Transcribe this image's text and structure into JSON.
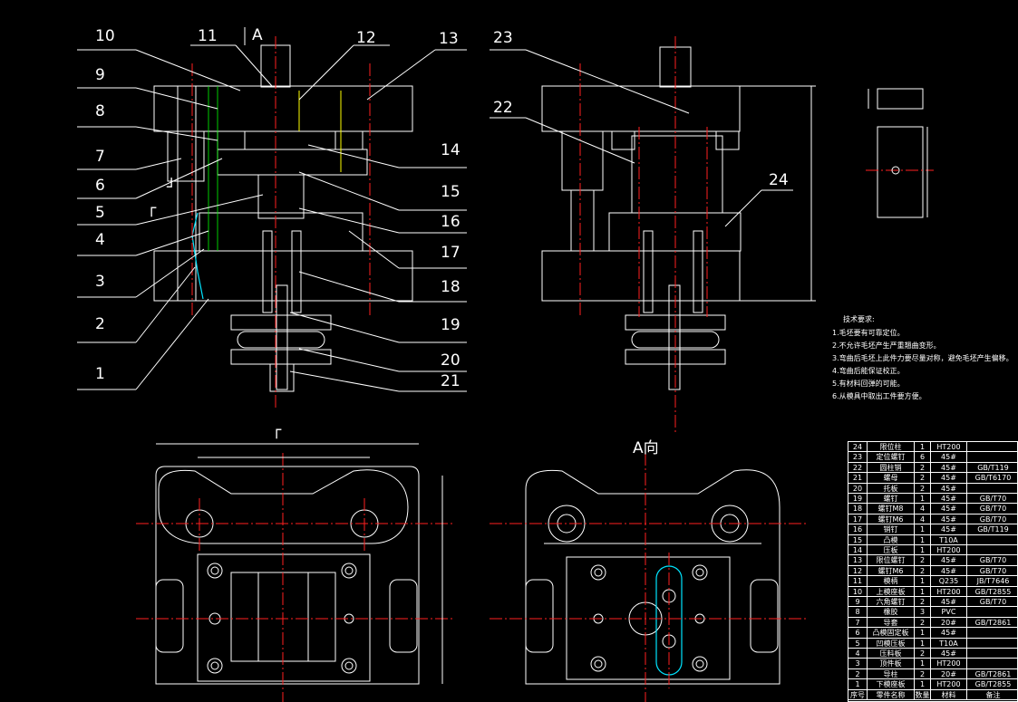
{
  "drawing": {
    "view_label_top": "A",
    "view_label_plan_left": "┌",
    "view_label_plan_right": "A向",
    "section_marker_left": "┌",
    "section_marker_right": "┘"
  },
  "callouts_left": [
    "1",
    "2",
    "3",
    "4",
    "5",
    "6",
    "7",
    "8",
    "9",
    "10",
    "11"
  ],
  "callouts_right": [
    "12",
    "13",
    "14",
    "15",
    "16",
    "17",
    "18",
    "19",
    "20",
    "21"
  ],
  "callouts_side": [
    "22",
    "23",
    "24"
  ],
  "notes": {
    "title": "技术要求:",
    "items": [
      "1.毛坯要有可靠定位。",
      "2.不允许毛坯产生严重翘曲变形。",
      "3.弯曲后毛坯上此件力要尽量对称，避免毛坯产生偏移。",
      "4.弯曲后能保证校正。",
      "5.有材料回弹的可能。",
      "6.从模具中取出工件要方便。"
    ]
  },
  "bom": {
    "rows": [
      {
        "no": "24",
        "name": "限位柱",
        "qty": "1",
        "mat": "HT200",
        "std": ""
      },
      {
        "no": "23",
        "name": "定位螺钉",
        "qty": "6",
        "mat": "45#",
        "std": ""
      },
      {
        "no": "22",
        "name": "圆柱销",
        "qty": "2",
        "mat": "45#",
        "std": "GB/T119"
      },
      {
        "no": "21",
        "name": "螺母",
        "qty": "2",
        "mat": "45#",
        "std": "GB/T6170"
      },
      {
        "no": "20",
        "name": "托板",
        "qty": "2",
        "mat": "45#",
        "std": ""
      },
      {
        "no": "19",
        "name": "螺钉",
        "qty": "1",
        "mat": "45#",
        "std": "GB/T70"
      },
      {
        "no": "18",
        "name": "螺钉M8",
        "qty": "4",
        "mat": "45#",
        "std": "GB/T70"
      },
      {
        "no": "17",
        "name": "螺钉M6",
        "qty": "4",
        "mat": "45#",
        "std": "GB/T70"
      },
      {
        "no": "16",
        "name": "销钉",
        "qty": "1",
        "mat": "45#",
        "std": "GB/T119"
      },
      {
        "no": "15",
        "name": "凸模",
        "qty": "1",
        "mat": "T10A",
        "std": ""
      },
      {
        "no": "14",
        "name": "压板",
        "qty": "1",
        "mat": "HT200",
        "std": ""
      },
      {
        "no": "13",
        "name": "限位螺钉",
        "qty": "2",
        "mat": "45#",
        "std": "GB/T70"
      },
      {
        "no": "12",
        "name": "螺钉M6",
        "qty": "2",
        "mat": "45#",
        "std": "GB/T70"
      },
      {
        "no": "11",
        "name": "模柄",
        "qty": "1",
        "mat": "Q235",
        "std": "JB/T7646"
      },
      {
        "no": "10",
        "name": "上模座板",
        "qty": "1",
        "mat": "HT200",
        "std": "GB/T2855"
      },
      {
        "no": "9",
        "name": "六角螺钉",
        "qty": "2",
        "mat": "45#",
        "std": "GB/T70"
      },
      {
        "no": "8",
        "name": "橡胶",
        "qty": "3",
        "mat": "PVC",
        "std": ""
      },
      {
        "no": "7",
        "name": "导套",
        "qty": "2",
        "mat": "20#",
        "std": "GB/T2861"
      },
      {
        "no": "6",
        "name": "凸模固定板",
        "qty": "1",
        "mat": "45#",
        "std": ""
      },
      {
        "no": "5",
        "name": "凹模压板",
        "qty": "1",
        "mat": "T10A",
        "std": ""
      },
      {
        "no": "4",
        "name": "压料板",
        "qty": "2",
        "mat": "45#",
        "std": ""
      },
      {
        "no": "3",
        "name": "顶件板",
        "qty": "1",
        "mat": "HT200",
        "std": ""
      },
      {
        "no": "2",
        "name": "导柱",
        "qty": "2",
        "mat": "20#",
        "std": "GB/T2861"
      },
      {
        "no": "1",
        "name": "下模座板",
        "qty": "1",
        "mat": "HT200",
        "std": "GB/T2855"
      }
    ],
    "header": {
      "no": "序号",
      "name": "零件名称",
      "qty": "数量",
      "mat": "材料",
      "std": "备注"
    }
  }
}
